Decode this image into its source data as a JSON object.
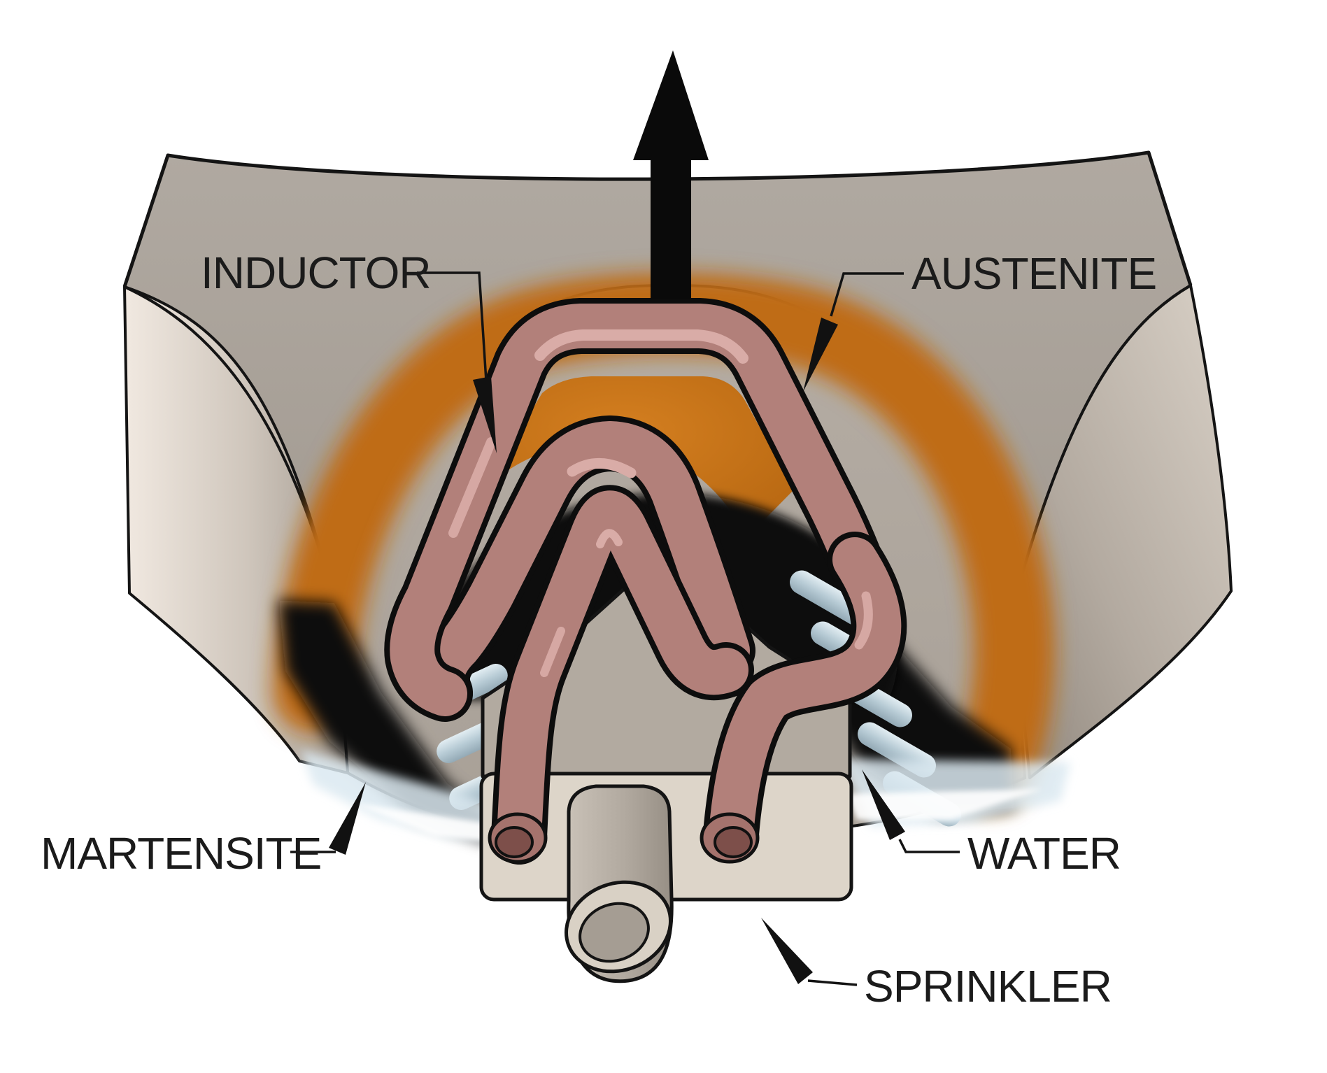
{
  "diagram": {
    "labels": {
      "inductor": "INDUCTOR",
      "austenite": "AUSTENITE",
      "martensite": "MARTENSITE",
      "water": "WATER",
      "sprinkler": "SPRINKLER"
    },
    "icons": {
      "direction_arrow": "up-arrow",
      "leader_pointers": "callout-arrowheads"
    },
    "colors": {
      "background": "#ffffff",
      "outline": "#141414",
      "workpiece_top_gray": "#a9a199",
      "workpiece_front_light": "#ece4dc",
      "austenite_orange": "#bf6c14",
      "austenite_bright": "#cf7c1e",
      "martensite_black": "#070707",
      "inductor_copper": "#b2807a",
      "inductor_highlight": "#d9aca7",
      "water_jet_blue": "#b7cbd5",
      "spray_pale": "#dbe9f1",
      "sprinkler_gray": "#b2aaa0",
      "sprinkler_beige": "#ddd5c9"
    }
  }
}
